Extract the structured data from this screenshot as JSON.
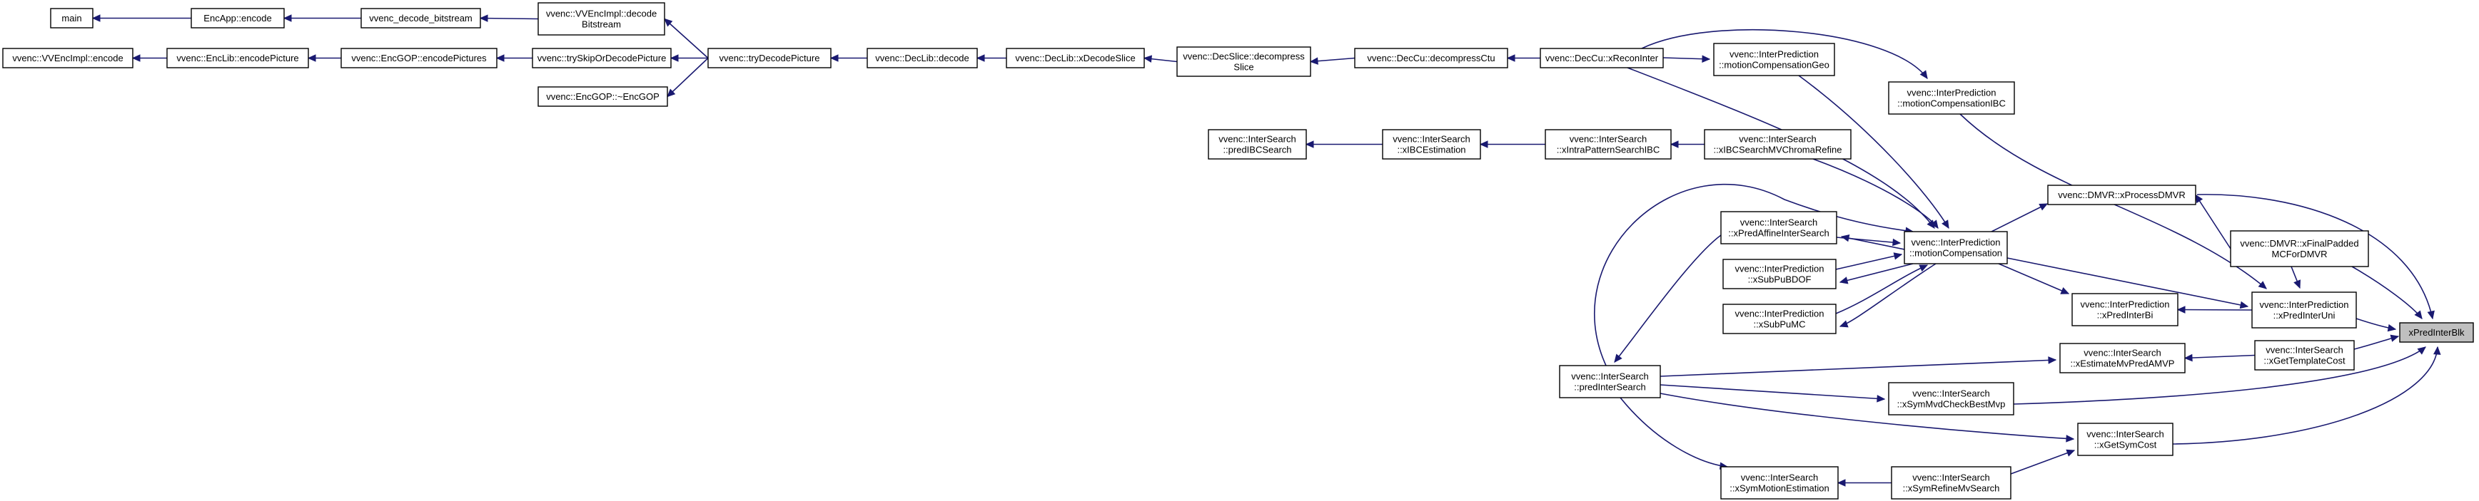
{
  "diagram": {
    "type": "call-graph",
    "colors": {
      "edge": "#191970",
      "node_border": "#000000",
      "node_fill": "#ffffff",
      "root_fill": "#bfbfbf",
      "background": "#ffffff"
    },
    "nodes": [
      {
        "id": "root",
        "lines": [
          "xPredInterBlk"
        ],
        "root": true
      },
      {
        "id": "xProcessDMVR",
        "lines": [
          "vvenc::DMVR::xProcessDMVR"
        ]
      },
      {
        "id": "xFinalPadded",
        "lines": [
          "vvenc::DMVR::xFinalPadded",
          "MCForDMVR"
        ]
      },
      {
        "id": "xPredInterUni",
        "lines": [
          "vvenc::InterPrediction",
          "::xPredInterUni"
        ]
      },
      {
        "id": "xGetTemplateCost",
        "lines": [
          "vvenc::InterSearch",
          "::xGetTemplateCost"
        ]
      },
      {
        "id": "xSymMvdCheckBestMvp",
        "lines": [
          "vvenc::InterSearch",
          "::xSymMvdCheckBestMvp"
        ]
      },
      {
        "id": "xGetSymCost",
        "lines": [
          "vvenc::InterSearch",
          "::xGetSymCost"
        ]
      },
      {
        "id": "xPredInterBi",
        "lines": [
          "vvenc::InterPrediction",
          "::xPredInterBi"
        ]
      },
      {
        "id": "motionCompensation",
        "lines": [
          "vvenc::InterPrediction",
          "::motionCompensation"
        ]
      },
      {
        "id": "motionCompensationIBC",
        "lines": [
          "vvenc::InterPrediction",
          "::motionCompensationIBC"
        ]
      },
      {
        "id": "xEstimateMvPredAMVP",
        "lines": [
          "vvenc::InterSearch",
          "::xEstimateMvPredAMVP"
        ]
      },
      {
        "id": "predInterSearch",
        "lines": [
          "vvenc::InterSearch",
          "::predInterSearch"
        ]
      },
      {
        "id": "xSymRefineMvSearch",
        "lines": [
          "vvenc::InterSearch",
          "::xSymRefineMvSearch"
        ]
      },
      {
        "id": "xSymMotionEstimation",
        "lines": [
          "vvenc::InterSearch",
          "::xSymMotionEstimation"
        ]
      },
      {
        "id": "motionCompensationGeo",
        "lines": [
          "vvenc::InterPrediction",
          "::motionCompensationGeo"
        ]
      },
      {
        "id": "xReconInter",
        "lines": [
          "vvenc::DecCu::xReconInter"
        ]
      },
      {
        "id": "xPredAffineInterSearch",
        "lines": [
          "vvenc::InterSearch",
          "::xPredAffineInterSearch"
        ]
      },
      {
        "id": "xSubPuBDOF",
        "lines": [
          "vvenc::InterPrediction",
          "::xSubPuBDOF"
        ]
      },
      {
        "id": "xSubPuMC",
        "lines": [
          "vvenc::InterPrediction",
          "::xSubPuMC"
        ]
      },
      {
        "id": "xIBCSearchMVChromaRefine",
        "lines": [
          "vvenc::InterSearch",
          "::xIBCSearchMVChromaRefine"
        ]
      },
      {
        "id": "xIntraPatternSearchIBC",
        "lines": [
          "vvenc::InterSearch",
          "::xIntraPatternSearchIBC"
        ]
      },
      {
        "id": "xIBCEstimation",
        "lines": [
          "vvenc::InterSearch",
          "::xIBCEstimation"
        ]
      },
      {
        "id": "predIBCSearch",
        "lines": [
          "vvenc::InterSearch",
          "::predIBCSearch"
        ]
      },
      {
        "id": "decompressCtu",
        "lines": [
          "vvenc::DecCu::decompressCtu"
        ]
      },
      {
        "id": "decompressSlice",
        "lines": [
          "vvenc::DecSlice::decompress",
          "Slice"
        ]
      },
      {
        "id": "xDecodeSlice",
        "lines": [
          "vvenc::DecLib::xDecodeSlice"
        ]
      },
      {
        "id": "decode",
        "lines": [
          "vvenc::DecLib::decode"
        ]
      },
      {
        "id": "tryDecodePicture",
        "lines": [
          "vvenc::tryDecodePicture"
        ]
      },
      {
        "id": "decodeBitstream",
        "lines": [
          "vvenc::VVEncImpl::decode",
          "Bitstream"
        ]
      },
      {
        "id": "trySkipOrDecodePicture",
        "lines": [
          "vvenc::trySkipOrDecodePicture"
        ]
      },
      {
        "id": "EncGOPdtor",
        "lines": [
          "vvenc::EncGOP::~EncGOP"
        ]
      },
      {
        "id": "vvenc_decode_bitstream",
        "lines": [
          "vvenc_decode_bitstream"
        ]
      },
      {
        "id": "EncAppencode",
        "lines": [
          "EncApp::encode"
        ]
      },
      {
        "id": "main",
        "lines": [
          "main"
        ]
      },
      {
        "id": "encodePictures",
        "lines": [
          "vvenc::EncGOP::encodePictures"
        ]
      },
      {
        "id": "encodePicture",
        "lines": [
          "vvenc::EncLib::encodePicture"
        ]
      },
      {
        "id": "VVEncImplencode",
        "lines": [
          "vvenc::VVEncImpl::encode"
        ]
      }
    ],
    "edges": [
      {
        "from": "xProcessDMVR",
        "to": "root"
      },
      {
        "from": "xFinalPadded",
        "to": "root"
      },
      {
        "from": "xPredInterUni",
        "to": "root"
      },
      {
        "from": "xGetTemplateCost",
        "to": "root"
      },
      {
        "from": "xSymMvdCheckBestMvp",
        "to": "root"
      },
      {
        "from": "xGetSymCost",
        "to": "root"
      },
      {
        "from": "motionCompensation",
        "to": "xProcessDMVR"
      },
      {
        "from": "xProcessDMVR",
        "to": "xFinalPadded"
      },
      {
        "from": "xFinalPadded",
        "to": "xPredInterUni"
      },
      {
        "from": "motionCompensation",
        "to": "xPredInterUni"
      },
      {
        "from": "xPredInterBi",
        "to": "xPredInterUni"
      },
      {
        "from": "motionCompensationIBC",
        "to": "xPredInterUni"
      },
      {
        "from": "xEstimateMvPredAMVP",
        "to": "xGetTemplateCost"
      },
      {
        "from": "predInterSearch",
        "to": "xSymMvdCheckBestMvp"
      },
      {
        "from": "predInterSearch",
        "to": "xGetSymCost"
      },
      {
        "from": "xSymRefineMvSearch",
        "to": "xGetSymCost"
      },
      {
        "from": "motionCompensation",
        "to": "xPredInterBi"
      },
      {
        "from": "predInterSearch",
        "to": "xEstimateMvPredAMVP"
      },
      {
        "from": "xSymMotionEstimation",
        "to": "xSymRefineMvSearch"
      },
      {
        "from": "predInterSearch",
        "to": "xSymMotionEstimation"
      },
      {
        "from": "xReconInter",
        "to": "motionCompensationIBC"
      },
      {
        "from": "motionCompensationGeo",
        "to": "motionCompensation"
      },
      {
        "from": "xReconInter",
        "to": "motionCompensation"
      },
      {
        "from": "xIBCSearchMVChromaRefine",
        "to": "motionCompensation"
      },
      {
        "from": "xPredAffineInterSearch",
        "to": "motionCompensation"
      },
      {
        "from": "predInterSearch",
        "to": "motionCompensation"
      },
      {
        "from": "motionCompensation",
        "to": "xPredAffineInterSearch"
      },
      {
        "from": "xSubPuBDOF",
        "to": "motionCompensation"
      },
      {
        "from": "motionCompensation",
        "to": "xSubPuBDOF"
      },
      {
        "from": "xSubPuMC",
        "to": "motionCompensation"
      },
      {
        "from": "motionCompensation",
        "to": "xSubPuMC"
      },
      {
        "from": "xPredAffineInterSearch",
        "to": "predInterSearch"
      },
      {
        "from": "xReconInter",
        "to": "motionCompensationGeo"
      },
      {
        "from": "decompressCtu",
        "to": "xReconInter"
      },
      {
        "from": "decompressSlice",
        "to": "decompressCtu"
      },
      {
        "from": "xDecodeSlice",
        "to": "decompressSlice"
      },
      {
        "from": "decode",
        "to": "xDecodeSlice"
      },
      {
        "from": "tryDecodePicture",
        "to": "decode"
      },
      {
        "from": "decodeBitstream",
        "to": "tryDecodePicture"
      },
      {
        "from": "trySkipOrDecodePicture",
        "to": "tryDecodePicture"
      },
      {
        "from": "EncGOPdtor",
        "to": "tryDecodePicture"
      },
      {
        "from": "vvenc_decode_bitstream",
        "to": "decodeBitstream"
      },
      {
        "from": "EncAppencode",
        "to": "vvenc_decode_bitstream"
      },
      {
        "from": "main",
        "to": "EncAppencode"
      },
      {
        "from": "encodePictures",
        "to": "trySkipOrDecodePicture"
      },
      {
        "from": "encodePicture",
        "to": "encodePictures"
      },
      {
        "from": "VVEncImplencode",
        "to": "encodePicture"
      },
      {
        "from": "xIntraPatternSearchIBC",
        "to": "xIBCSearchMVChromaRefine"
      },
      {
        "from": "xIBCEstimation",
        "to": "xIntraPatternSearchIBC"
      },
      {
        "from": "predIBCSearch",
        "to": "xIBCEstimation"
      }
    ]
  }
}
